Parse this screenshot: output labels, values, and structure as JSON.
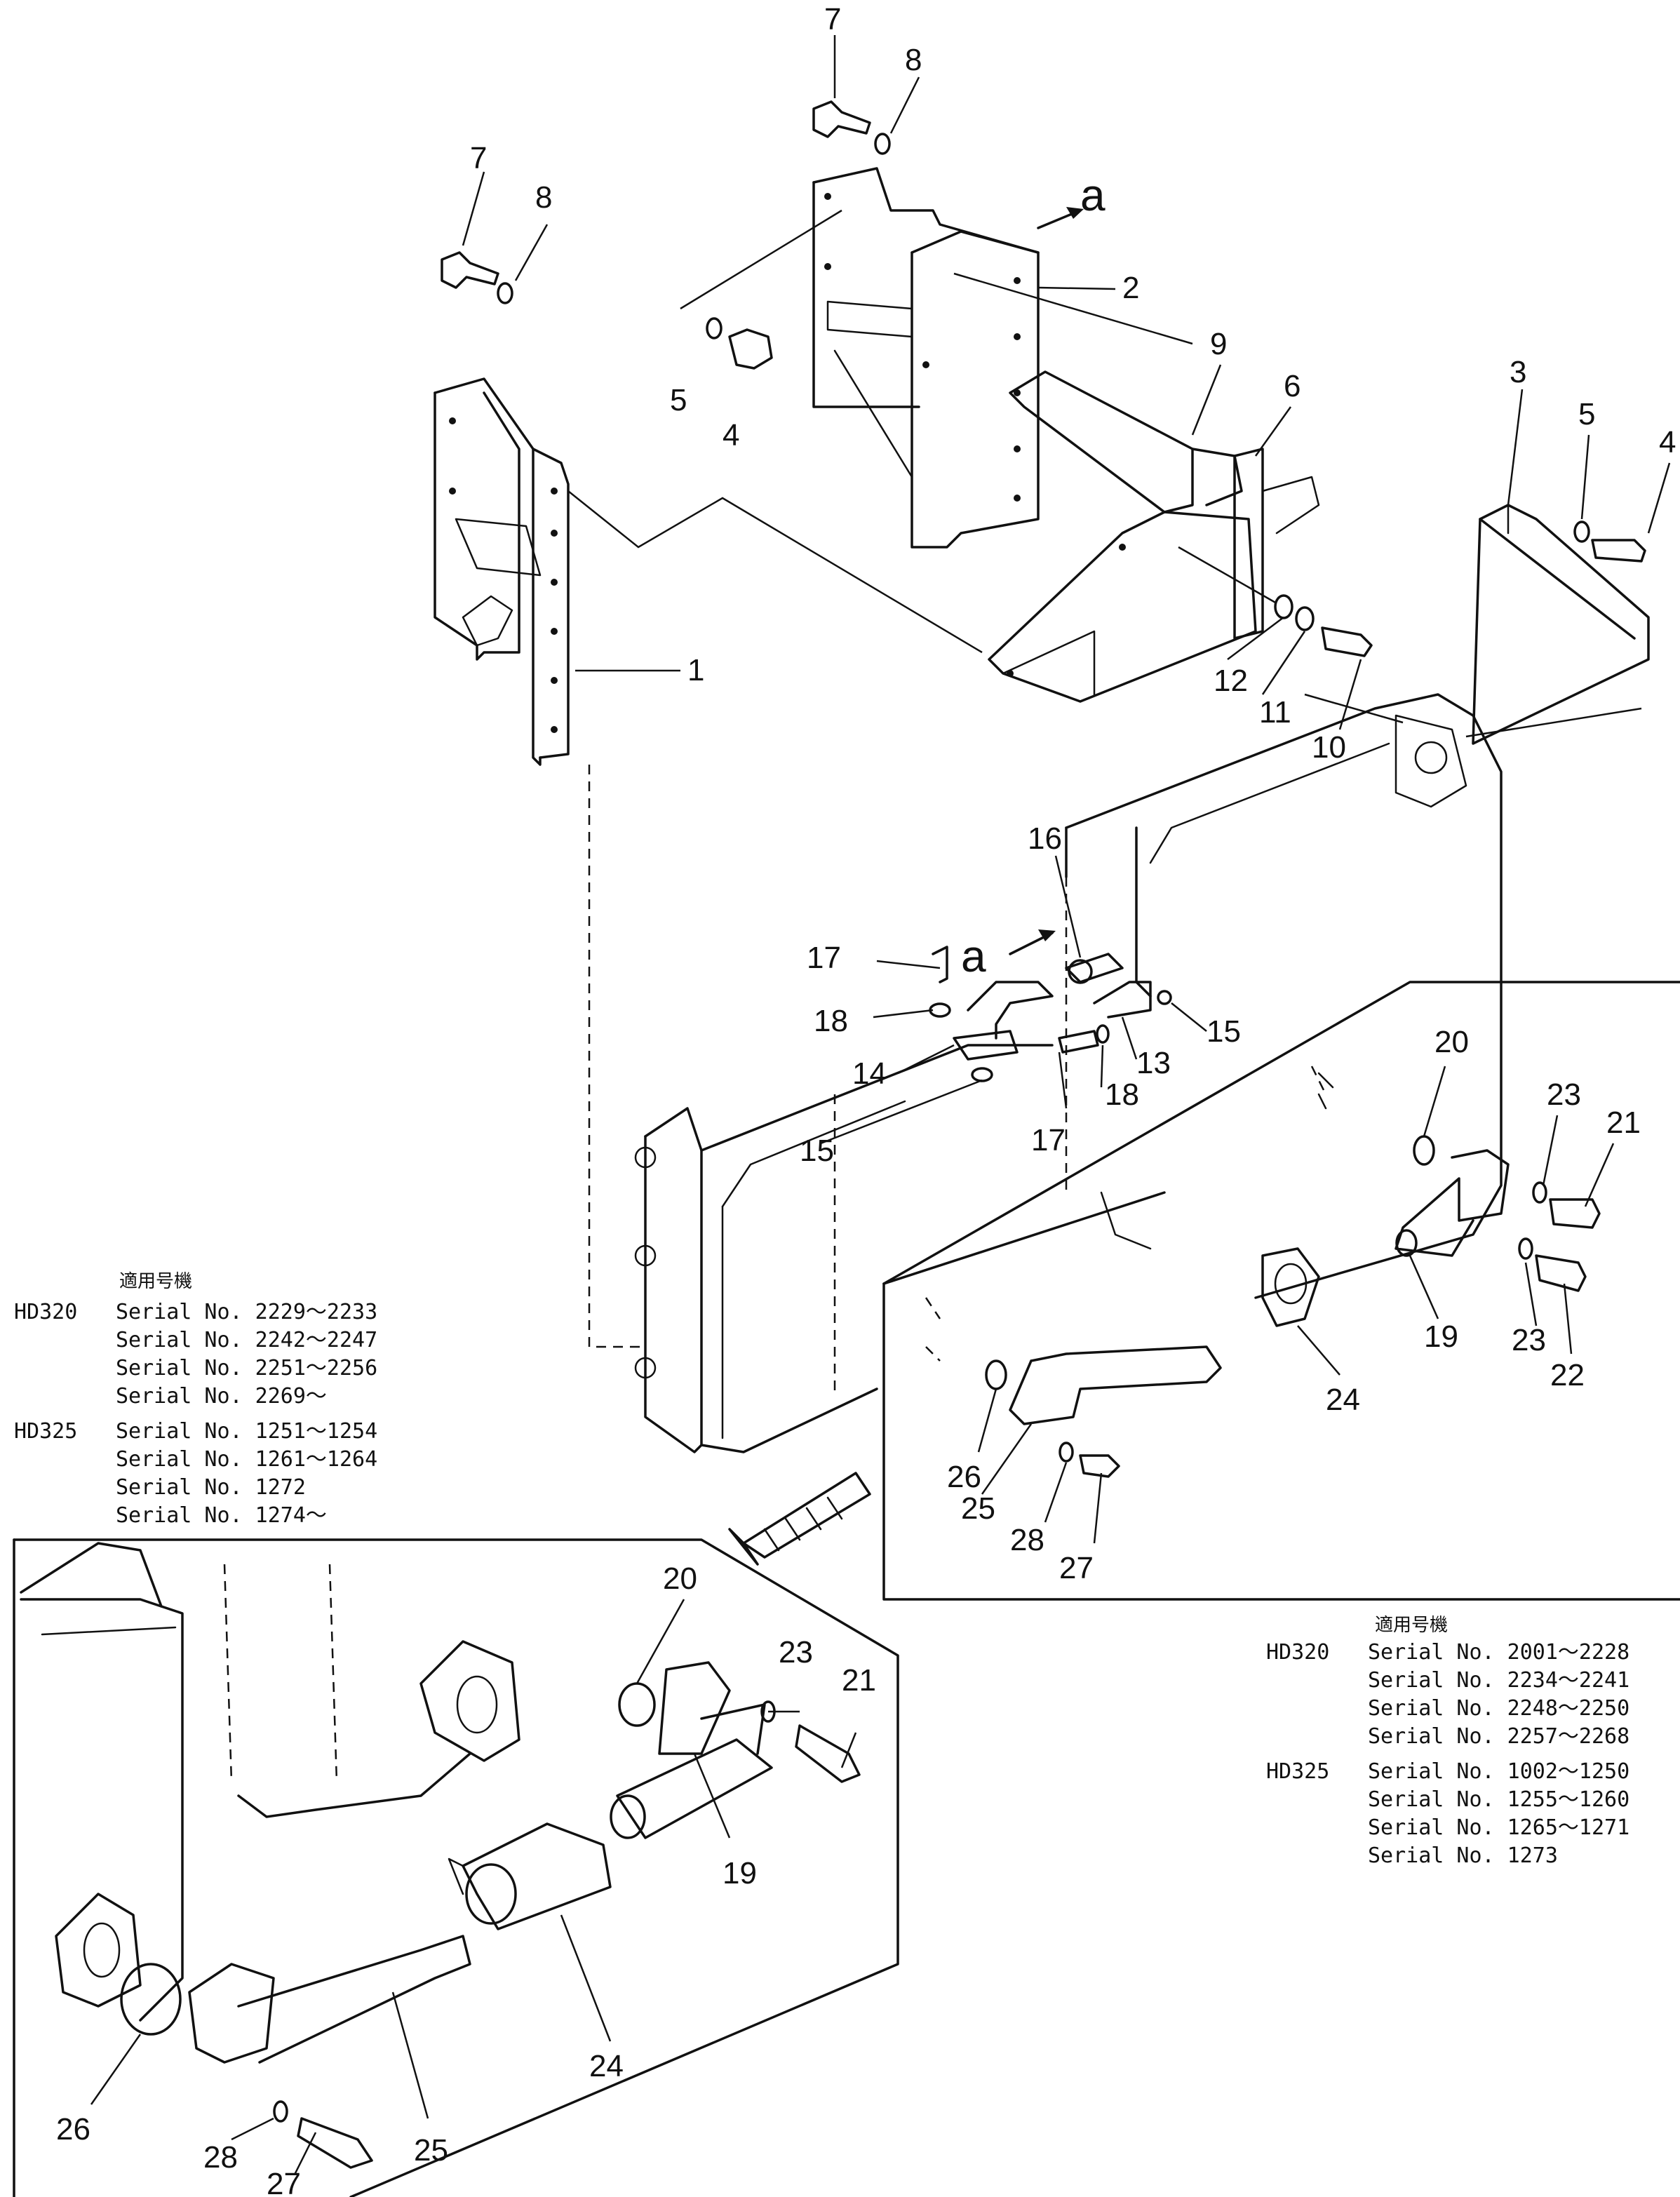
{
  "section_letter": "a",
  "callouts": {
    "c1": "1",
    "c2": "2",
    "c3": "3",
    "c4a": "4",
    "c4b": "4",
    "c5a": "5",
    "c5b": "5",
    "c6": "6",
    "c7a": "7",
    "c7b": "7",
    "c8a": "8",
    "c8b": "8",
    "c9": "9",
    "c10": "10",
    "c11": "11",
    "c12": "12",
    "c13": "13",
    "c14": "14",
    "c15a": "15",
    "c15b": "15",
    "c16": "16",
    "c17a": "17",
    "c17b": "17",
    "c18a": "18",
    "c18b": "18",
    "c19a": "19",
    "c20a": "20",
    "c21a": "21",
    "c22": "22",
    "c23a": "23",
    "c23b": "23",
    "c24a": "24",
    "c25a": "25",
    "c26a": "26",
    "c27a": "27",
    "c28a": "28",
    "c19b": "19",
    "c20b": "20",
    "c21b": "21",
    "c23c": "23",
    "c24b": "24",
    "c25b": "25",
    "c26b": "26",
    "c27b": "27",
    "c28b": "28"
  },
  "applicability_left": {
    "heading": "適用号機",
    "groups": [
      {
        "model": "HD320",
        "rows": [
          "Serial  No. 2229～2233",
          "Serial  No. 2242～2247",
          "Serial  No. 2251～2256",
          "Serial  No. 2269～"
        ]
      },
      {
        "model": "HD325",
        "rows": [
          "Serial  No. 1251～1254",
          "Serial  No. 1261～1264",
          "Serial  No. 1272",
          "Serial  No. 1274～"
        ]
      }
    ]
  },
  "applicability_right": {
    "heading": "適用号機",
    "groups": [
      {
        "model": "HD320",
        "rows": [
          "Serial  No. 2001～2228",
          "Serial  No. 2234～2241",
          "Serial  No. 2248～2250",
          "Serial  No. 2257～2268"
        ]
      },
      {
        "model": "HD325",
        "rows": [
          "Serial  No. 1002～1250",
          "Serial  No. 1255～1260",
          "Serial  No. 1265～1271",
          "Serial  No. 1273"
        ]
      }
    ]
  }
}
